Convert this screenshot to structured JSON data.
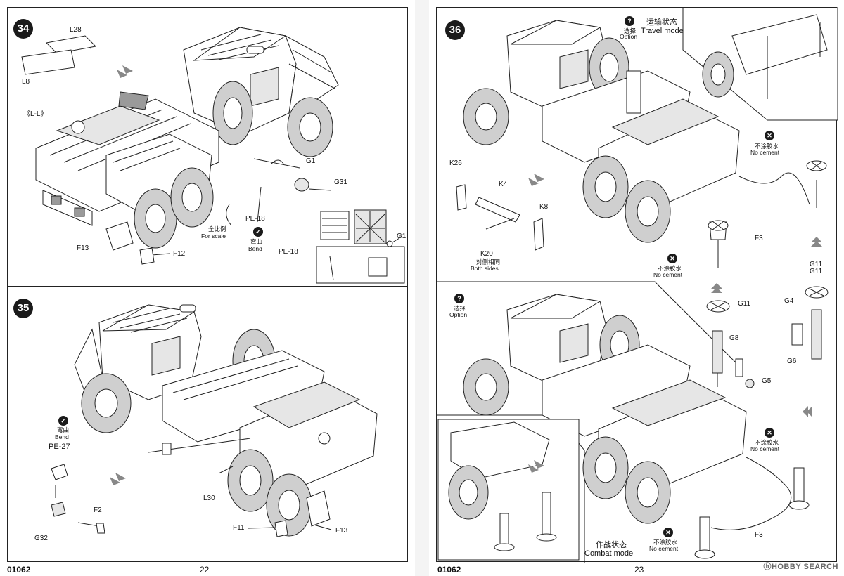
{
  "left_page": {
    "code": "01062",
    "page_number": "22",
    "step34": {
      "number": "34",
      "labels": {
        "l28": "L28",
        "l8": "L8",
        "ll": "《L-L》",
        "g1": "G1",
        "g31": "G31",
        "pe18": "PE-18",
        "for_scale_cn": "全比例",
        "for_scale_en": "For scale",
        "bend_cn": "弯曲",
        "bend_en": "Bend",
        "f13": "F13",
        "f12": "F12"
      },
      "inset": {
        "g1": "G1",
        "pe18": "PE-18"
      }
    },
    "step35": {
      "number": "35",
      "labels": {
        "bend_cn": "弯曲",
        "bend_en": "Bend",
        "pe27": "PE-27",
        "l30": "L30",
        "f2": "F2",
        "g32": "G32",
        "f11": "F11",
        "f13": "F13"
      }
    }
  },
  "right_page": {
    "code": "01062",
    "page_number": "23",
    "watermark": "ⓗHOBBY SEARCH",
    "step36": {
      "number": "36",
      "top": {
        "option_cn": "选择",
        "option_en": "Option",
        "travel_cn": "运输状态",
        "travel_en": "Travel mode",
        "k26": "K26",
        "k4": "K4",
        "k8": "K8",
        "k20": "K20",
        "both_sides_cn": "对侧相同",
        "both_sides_en": "Both sides",
        "no_cement_cn": "不涂胶水",
        "no_cement_en": "No cement",
        "f3": "F3",
        "g11": "G11"
      },
      "bottom": {
        "option_cn": "选择",
        "option_en": "Option",
        "g11": "G11",
        "g8": "G8",
        "g5": "G5",
        "g4": "G4",
        "g6": "G6",
        "g11b": "G11",
        "no_cement_cn": "不涂胶水",
        "no_cement_en": "No cement",
        "f3": "F3",
        "combat_cn": "作战状态",
        "combat_en": "Combat mode"
      }
    }
  }
}
